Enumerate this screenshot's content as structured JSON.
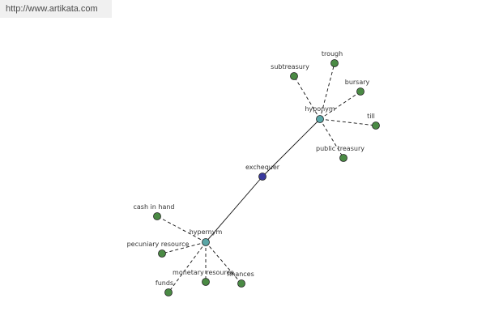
{
  "source_url": "http://www.artikata.com",
  "center": {
    "label": "exchequer",
    "color": "#3a3a9e"
  },
  "hub_color": "#5aa6a6",
  "leaf_color": "#4a8a44",
  "hubs": {
    "hyponym": {
      "label": "hyponym",
      "leaves": [
        "subtreasury",
        "trough",
        "bursary",
        "till",
        "public treasury"
      ]
    },
    "hypernym": {
      "label": "hypernym",
      "leaves": [
        "cash in hand",
        "pecuniary resource",
        "funds",
        "monetary resource",
        "finances"
      ]
    }
  }
}
